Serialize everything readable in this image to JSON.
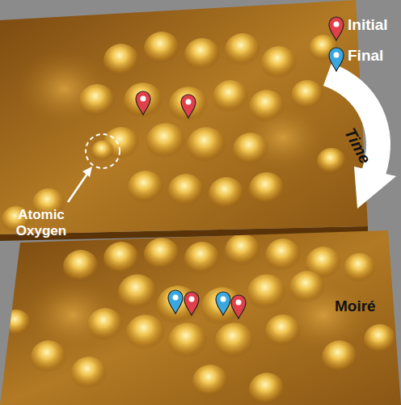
{
  "diagram": {
    "labels": [
      "Time",
      "Atomic Oxygen",
      "Moiré"
    ],
    "legend": [
      {
        "text": "Initial"
      },
      {
        "text": "Final"
      }
    ]
  }
}
